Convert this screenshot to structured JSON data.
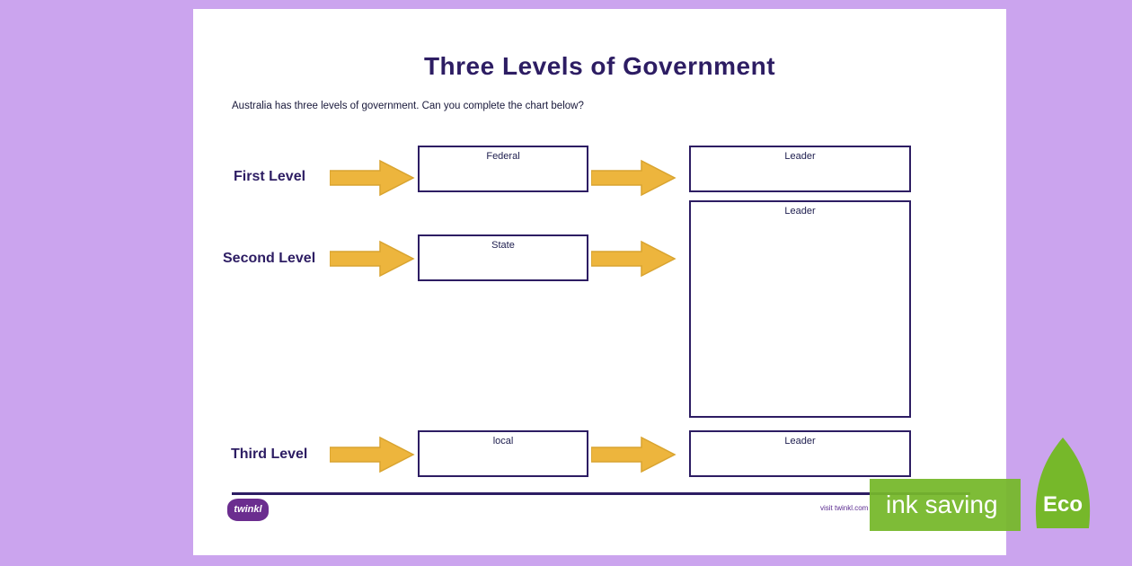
{
  "worksheet": {
    "title": "Three Levels of Government",
    "instructions": "Australia has three levels of government. Can you complete the chart below?",
    "rows": [
      {
        "label": "First Level",
        "level": "Federal",
        "leader": "Leader"
      },
      {
        "label": "Second Level",
        "level": "State",
        "leader": "Leader"
      },
      {
        "label": "Third Level",
        "level": "local",
        "leader": "Leader"
      }
    ],
    "footer": {
      "brand": "twinkl",
      "visit_text": "visit twinkl.com"
    }
  },
  "eco_banner": {
    "label": "ink saving",
    "leaf": "Eco"
  },
  "colors": {
    "background": "#CBA4EE",
    "ink": "#2D1D63",
    "arrow_gold": "#EDB53D",
    "eco_green": "#76B82A",
    "brand_purple": "#6B2D8F"
  }
}
